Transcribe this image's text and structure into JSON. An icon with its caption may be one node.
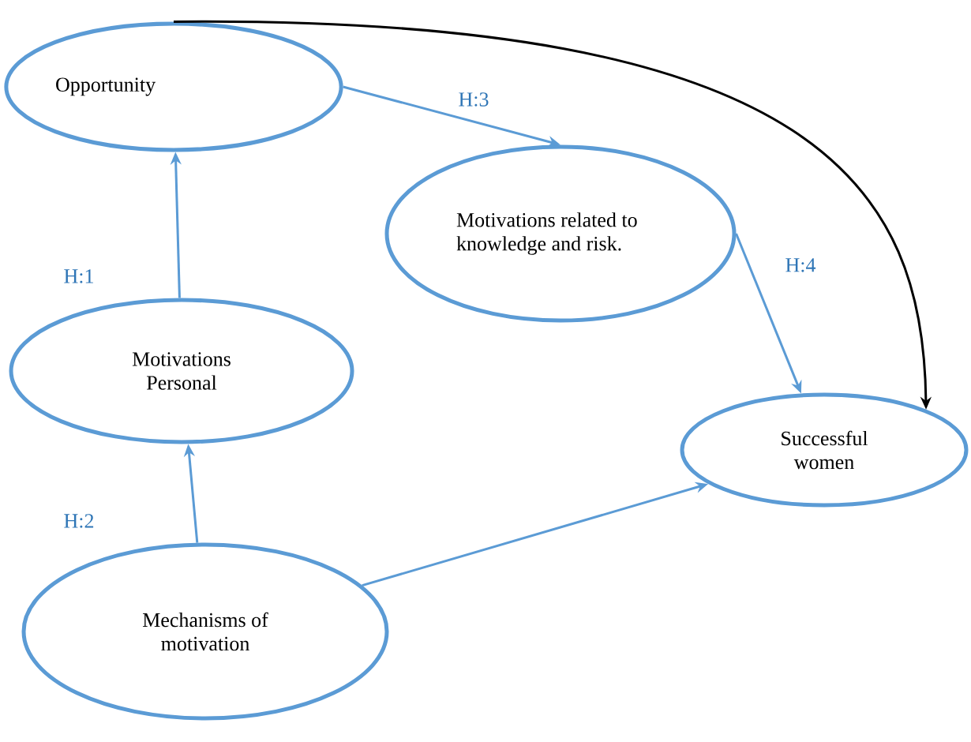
{
  "diagram": {
    "nodes": [
      {
        "text": [
          "Opportunity"
        ]
      },
      {
        "text": [
          "Motivations related to knowledge and risk."
        ]
      },
      {
        "text": [
          "Motivations Personal"
        ]
      },
      {
        "text": [
          "Successful women"
        ]
      },
      {
        "text": [
          "Mechanisms of motivation"
        ]
      }
    ],
    "edges": [
      {
        "from": 2,
        "to": 0,
        "arrow": "to",
        "label": "H:1"
      },
      {
        "from": 4,
        "to": 2,
        "arrow": "to",
        "label": "H:2"
      },
      {
        "from": 0,
        "to": 1,
        "arrow": "to",
        "label": "H:3"
      },
      {
        "from": 1,
        "to": 3,
        "arrow": "to",
        "label": "H:4"
      },
      {
        "from": 0,
        "to": 3,
        "arrow": "to",
        "color": "#000000"
      },
      {
        "from": 4,
        "to": 3,
        "arrow": "to"
      }
    ]
  }
}
